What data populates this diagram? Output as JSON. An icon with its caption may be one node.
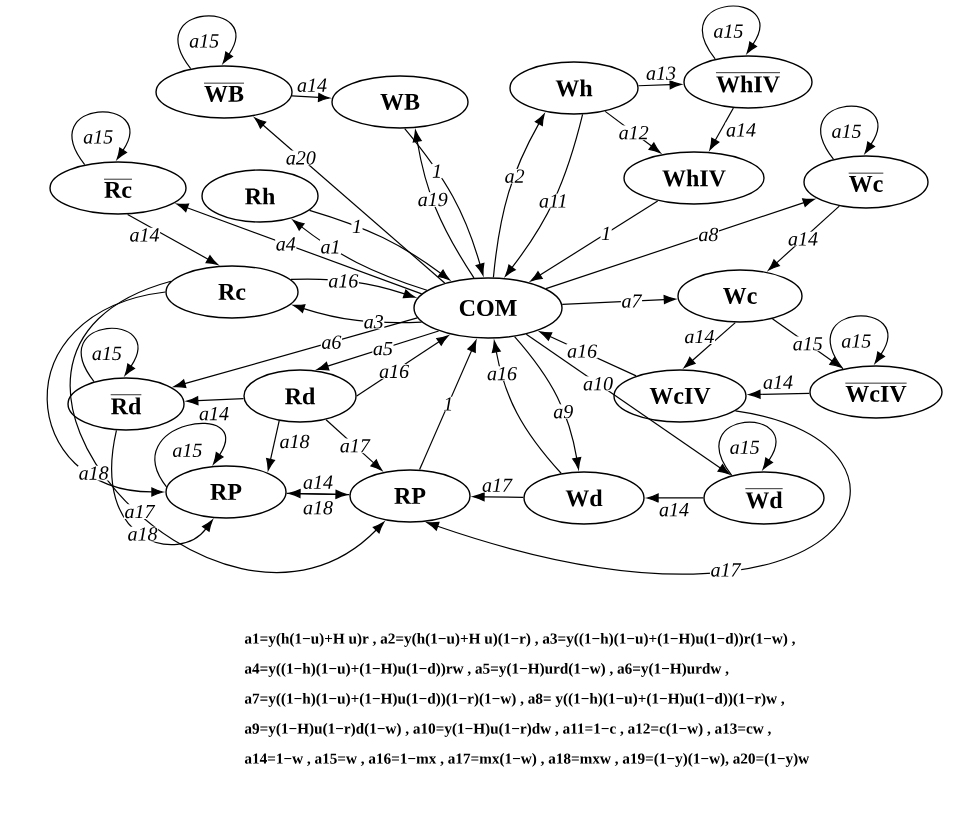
{
  "diagram": {
    "nodes": [
      {
        "text": [
          "WB"
        ]
      },
      {
        "text": [
          "WB"
        ]
      },
      {
        "text": [
          "Wh"
        ]
      },
      {
        "text": [
          "WhIV"
        ]
      },
      {
        "text": [
          "WhIV"
        ]
      },
      {
        "text": [
          "Rc"
        ]
      },
      {
        "text": [
          "Rh"
        ]
      },
      {
        "text": [
          "Wc"
        ]
      },
      {
        "text": [
          "COM"
        ]
      },
      {
        "text": [
          "Rc"
        ]
      },
      {
        "text": [
          "Wc"
        ]
      },
      {
        "text": [
          "Rd"
        ]
      },
      {
        "text": [
          "Rd"
        ]
      },
      {
        "text": [
          "WcIV"
        ]
      },
      {
        "text": [
          "WcIV"
        ]
      },
      {
        "text": [
          "RP"
        ]
      },
      {
        "text": [
          "RP"
        ]
      },
      {
        "text": [
          "Wd"
        ]
      },
      {
        "text": [
          "Wd"
        ]
      }
    ],
    "edges": [
      {
        "from": 8,
        "to": 0,
        "arrow": "to",
        "label": "a20"
      },
      {
        "from": 8,
        "to": 1,
        "arrow": "to",
        "label": "a19"
      },
      {
        "from": 1,
        "to": 8,
        "arrow": "to",
        "label": "1"
      },
      {
        "from": 0,
        "to": 1,
        "arrow": "to",
        "label": "a14"
      },
      {
        "from": 8,
        "to": 6,
        "arrow": "to",
        "label": "a1"
      },
      {
        "from": 6,
        "to": 8,
        "arrow": "to",
        "label": "1"
      },
      {
        "from": 8,
        "to": 5,
        "arrow": "to",
        "label": "a4"
      },
      {
        "from": 5,
        "to": 9,
        "arrow": "to",
        "label": "a14"
      },
      {
        "from": 8,
        "to": 9,
        "arrow": "to",
        "label": "a3"
      },
      {
        "from": 9,
        "to": 8,
        "arrow": "to",
        "label": "a16"
      },
      {
        "from": 8,
        "to": 2,
        "arrow": "to",
        "label": "a2"
      },
      {
        "from": 2,
        "to": 8,
        "arrow": "to",
        "label": "a11"
      },
      {
        "from": 2,
        "to": 3,
        "arrow": "to",
        "label": "a13"
      },
      {
        "from": 2,
        "to": 4,
        "arrow": "to",
        "label": "a12"
      },
      {
        "from": 3,
        "to": 4,
        "arrow": "to",
        "label": "a14"
      },
      {
        "from": 4,
        "to": 8,
        "arrow": "to",
        "label": "1"
      },
      {
        "from": 8,
        "to": 7,
        "arrow": "to",
        "label": "a8"
      },
      {
        "from": 7,
        "to": 10,
        "arrow": "to",
        "label": "a14"
      },
      {
        "from": 8,
        "to": 10,
        "arrow": "to",
        "label": "a7"
      },
      {
        "from": 10,
        "to": 13,
        "arrow": "to",
        "label": "a14"
      },
      {
        "from": 10,
        "to": 14,
        "arrow": "to",
        "label": "a15"
      },
      {
        "from": 14,
        "to": 13,
        "arrow": "to",
        "label": "a14"
      },
      {
        "from": 13,
        "to": 8,
        "arrow": "to",
        "label": "a16"
      },
      {
        "from": 13,
        "to": 16,
        "arrow": "to",
        "label": "a17"
      },
      {
        "from": 8,
        "to": 17,
        "arrow": "to",
        "label": "a9"
      },
      {
        "from": 17,
        "to": 8,
        "arrow": "to",
        "label": "a16"
      },
      {
        "from": 8,
        "to": 18,
        "arrow": "to",
        "label": "a10"
      },
      {
        "from": 18,
        "to": 17,
        "arrow": "to",
        "label": "a14"
      },
      {
        "from": 17,
        "to": 16,
        "arrow": "to",
        "label": "a17"
      },
      {
        "from": 8,
        "to": 12,
        "arrow": "to",
        "label": "a5"
      },
      {
        "from": 12,
        "to": 8,
        "arrow": "to",
        "label": "a16"
      },
      {
        "from": 8,
        "to": 11,
        "arrow": "to",
        "label": "a6"
      },
      {
        "from": 12,
        "to": 11,
        "arrow": "to",
        "label": "a14"
      },
      {
        "from": 12,
        "to": 15,
        "arrow": "to",
        "label": "a18"
      },
      {
        "from": 12,
        "to": 16,
        "arrow": "to",
        "label": "a17"
      },
      {
        "from": 15,
        "to": 16,
        "arrow": "to",
        "label": "a14"
      },
      {
        "from": 16,
        "to": 8,
        "arrow": "to",
        "label": "1"
      },
      {
        "from": 16,
        "to": 15,
        "arrow": "to",
        "label": "a18"
      },
      {
        "from": 9,
        "to": 15,
        "arrow": "to",
        "label": "a18"
      },
      {
        "from": 9,
        "to": 16,
        "arrow": "to",
        "label": "a17"
      },
      {
        "from": 11,
        "to": 15,
        "arrow": "to",
        "label": "a18"
      },
      {
        "from": 0,
        "to": 0,
        "arrow": "to",
        "label": "a15"
      },
      {
        "from": 5,
        "to": 5,
        "arrow": "to",
        "label": "a15"
      },
      {
        "from": 3,
        "to": 3,
        "arrow": "to",
        "label": "a15"
      },
      {
        "from": 7,
        "to": 7,
        "arrow": "to",
        "label": "a15"
      },
      {
        "from": 11,
        "to": 11,
        "arrow": "to",
        "label": "a15"
      },
      {
        "from": 15,
        "to": 15,
        "arrow": "to",
        "label": "a15"
      },
      {
        "from": 14,
        "to": 14,
        "arrow": "to",
        "label": "a15"
      },
      {
        "from": 18,
        "to": 18,
        "arrow": "to",
        "label": "a15"
      }
    ],
    "labels": [
      "a1=y(h(1−u)+H u)r , a2=y(h(1−u)+H u)(1−r) , a3=y((1−h)(1−u)+(1−H)u(1−d))r(1−w) ,",
      "a4=y((1−h)(1−u)+(1−H)u(1−d))rw , a5=y(1−H)urd(1−w) , a6=y(1−H)urdw ,",
      "a7=y((1−h)(1−u)+(1−H)u(1−d))(1−r)(1−w) , a8= y((1−h)(1−u)+(1−H)u(1−d))(1−r)w ,",
      "a9=y(1−H)u(1−r)d(1−w) , a10=y(1−H)u(1−r)dw , a11=1−c , a12=c(1−w) , a13=cw ,",
      "a14=1−w , a15=w , a16=1−mx , a17=mx(1−w) , a18=mxw , a19=(1−y)(1−w), a20=(1−y)w"
    ]
  }
}
